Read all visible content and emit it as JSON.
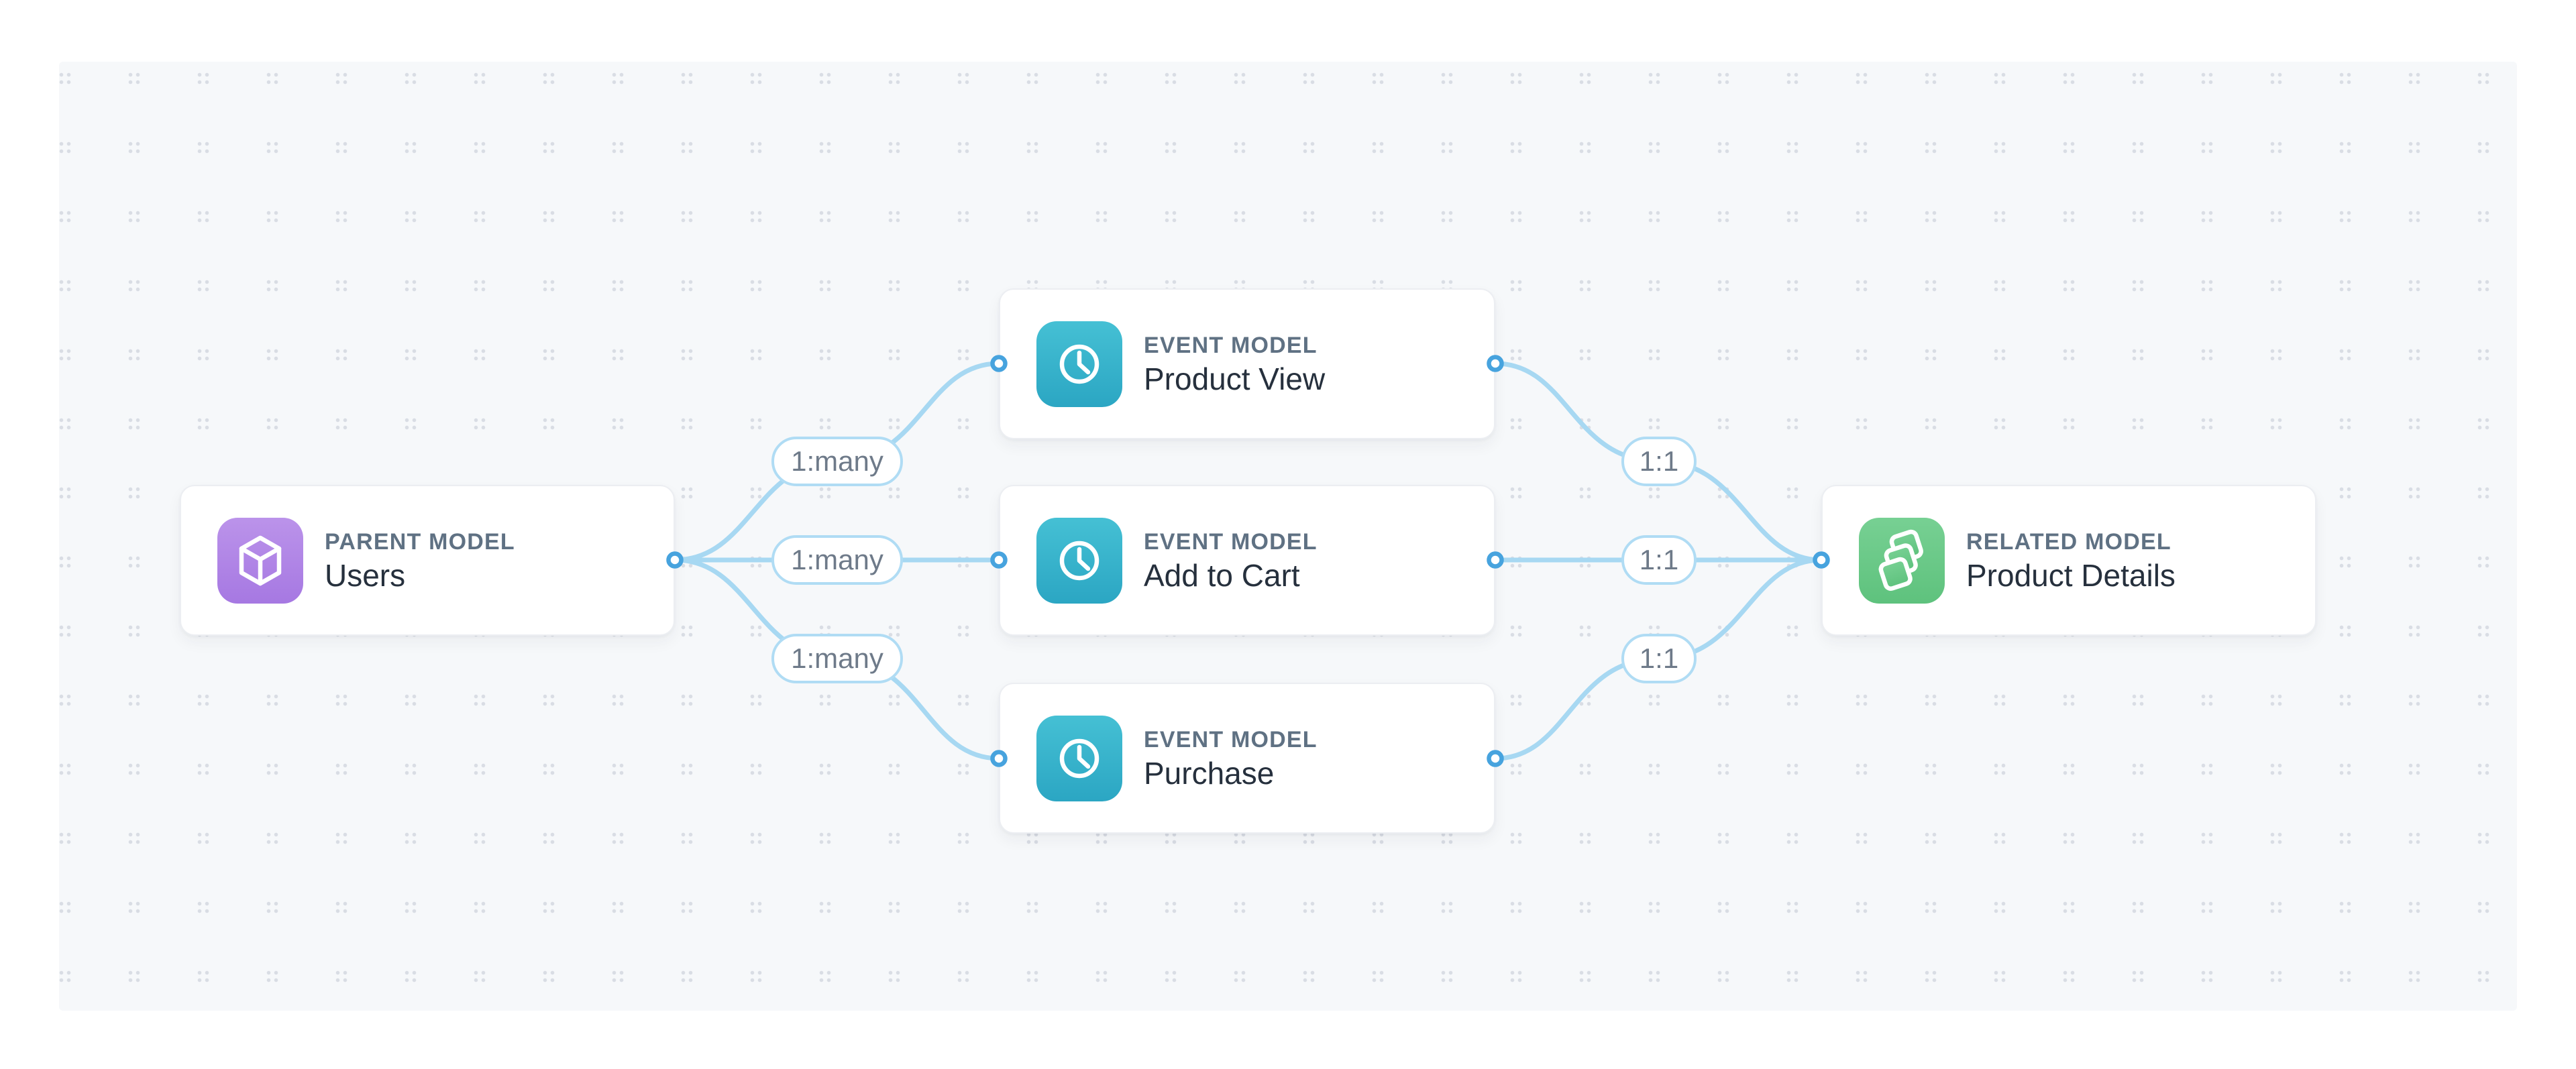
{
  "diagram": {
    "title": "model-relationship-graph",
    "nodes": [
      {
        "id": "users",
        "type_label": "PARENT MODEL",
        "name": "Users",
        "icon": "cube-icon",
        "icon_color_from": "#bb93ea",
        "icon_color_to": "#a678e2"
      },
      {
        "id": "product_view",
        "type_label": "EVENT MODEL",
        "name": "Product View",
        "icon": "clock-icon",
        "icon_color_from": "#45c0d4",
        "icon_color_to": "#2ba6c3"
      },
      {
        "id": "add_to_cart",
        "type_label": "EVENT MODEL",
        "name": "Add to Cart",
        "icon": "clock-icon",
        "icon_color_from": "#45c0d4",
        "icon_color_to": "#2ba6c3"
      },
      {
        "id": "purchase",
        "type_label": "EVENT MODEL",
        "name": "Purchase",
        "icon": "clock-icon",
        "icon_color_from": "#45c0d4",
        "icon_color_to": "#2ba6c3"
      },
      {
        "id": "product_details",
        "type_label": "RELATED MODEL",
        "name": "Product Details",
        "icon": "layers-icon",
        "icon_color_from": "#77d093",
        "icon_color_to": "#5ec27d"
      }
    ],
    "edges": [
      {
        "from": "Users",
        "to": "Product View",
        "label": "1:many"
      },
      {
        "from": "Users",
        "to": "Add to Cart",
        "label": "1:many"
      },
      {
        "from": "Users",
        "to": "Purchase",
        "label": "1:many"
      },
      {
        "from": "Product View",
        "to": "Product Details",
        "label": "1:1"
      },
      {
        "from": "Add to Cart",
        "to": "Product Details",
        "label": "1:1"
      },
      {
        "from": "Purchase",
        "to": "Product Details",
        "label": "1:1"
      }
    ],
    "colors": {
      "page_bg": "#ffffff",
      "canvas_bg": "#f6f8fa",
      "grid_dot": "#d9dde4",
      "edge_line": "#a7d8f2",
      "pill_border": "#b0dcf4",
      "pill_text": "#6e7a89",
      "port_ring": "#47a3de",
      "card_bg": "#ffffff",
      "card_border": "#eceef2",
      "type_label_text": "#5f7183",
      "name_text": "#26303d"
    }
  }
}
